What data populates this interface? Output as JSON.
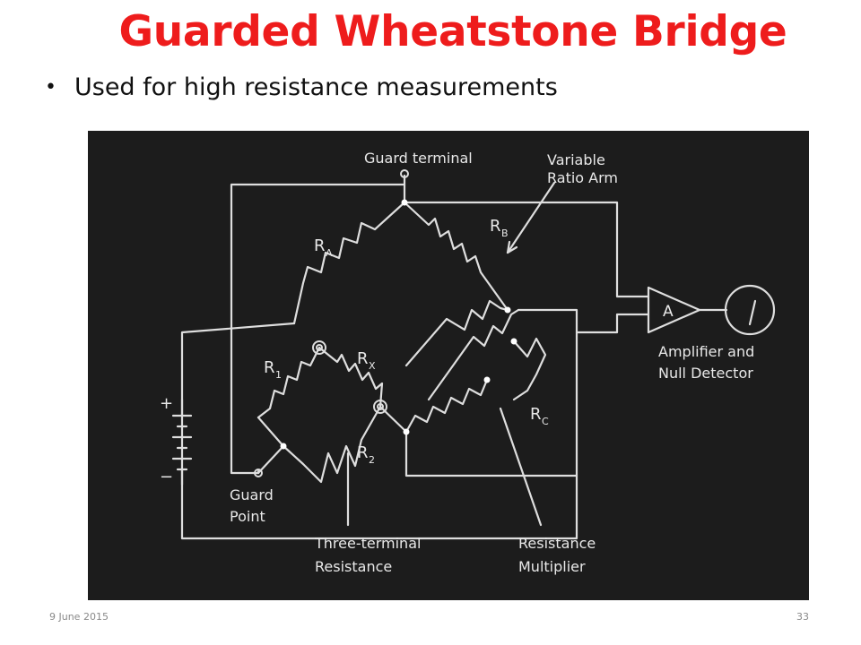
{
  "slide": {
    "title": "Guarded Wheatstone Bridge",
    "bullet": "Used for high resistance measurements",
    "footer_date": "9 June 2015",
    "page_number": "33"
  },
  "diagram": {
    "labels": {
      "guard_terminal": "Guard terminal",
      "variable_1": "Variable",
      "variable_2": "Ratio Arm",
      "ra": "R",
      "ra_sub": "A",
      "rb": "R",
      "rb_sub": "B",
      "rx": "R",
      "rx_sub": "X",
      "r1": "R",
      "r1_sub": "1",
      "r2": "R",
      "r2_sub": "2",
      "rc": "R",
      "rc_sub": "C",
      "amp_symbol": "A",
      "amp_1": "Amplifier and",
      "amp_2": "Null Detector",
      "guard_point_1": "Guard",
      "guard_point_2": "Point",
      "three_term_1": "Three-terminal",
      "three_term_2": "Resistance",
      "multiplier_1": "Resistance",
      "multiplier_2": "Multiplier",
      "battery_plus": "+",
      "battery_minus": "−"
    }
  }
}
